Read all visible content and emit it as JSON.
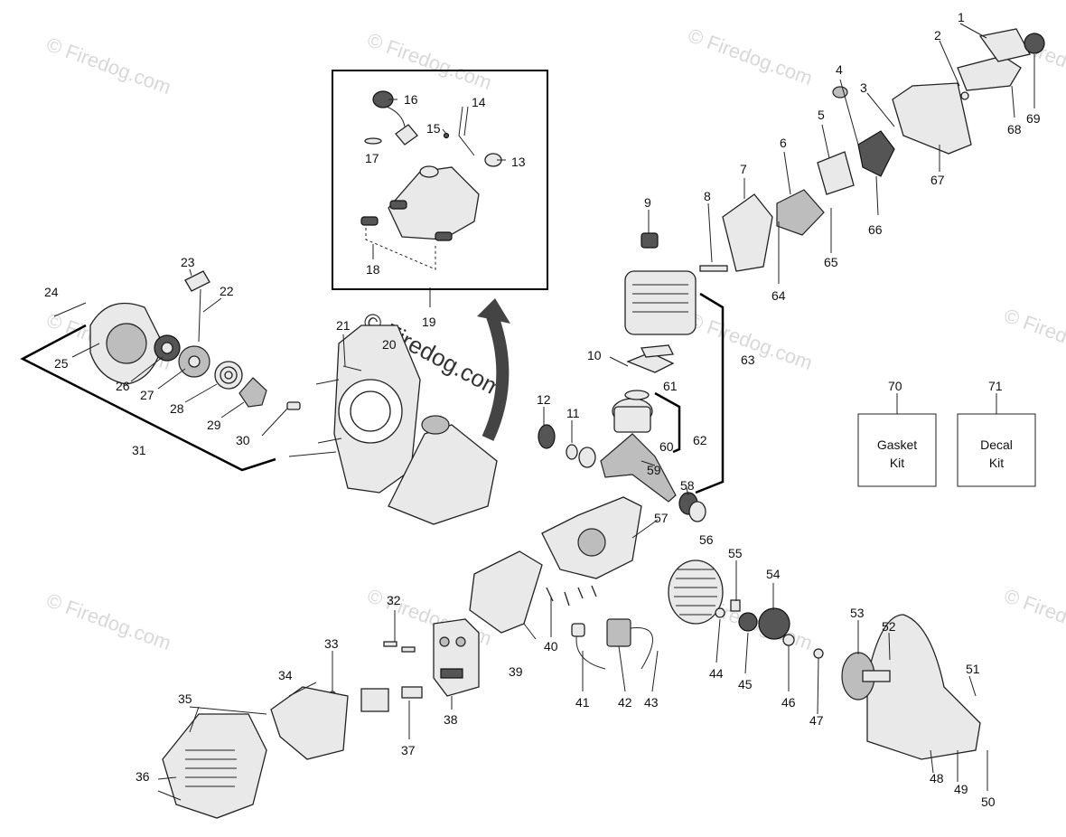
{
  "watermark": {
    "text": "© Firedog.com",
    "center_text": "© Firedog.com"
  },
  "callouts": [
    "1",
    "2",
    "3",
    "4",
    "5",
    "6",
    "7",
    "8",
    "9",
    "10",
    "11",
    "12",
    "13",
    "14",
    "15",
    "16",
    "17",
    "18",
    "19",
    "20",
    "21",
    "22",
    "23",
    "24",
    "25",
    "26",
    "27",
    "28",
    "29",
    "30",
    "31",
    "32",
    "33",
    "34",
    "35",
    "36",
    "37",
    "38",
    "39",
    "40",
    "41",
    "42",
    "43",
    "44",
    "45",
    "46",
    "47",
    "48",
    "49",
    "50",
    "51",
    "52",
    "53",
    "54",
    "55",
    "56",
    "57",
    "58",
    "59",
    "60",
    "61",
    "62",
    "63",
    "64",
    "65",
    "66",
    "67",
    "68",
    "69",
    "70",
    "71"
  ],
  "kits": {
    "gasket_line1": "Gasket",
    "gasket_line2": "Kit",
    "decal_line1": "Decal",
    "decal_line2": "Kit"
  }
}
